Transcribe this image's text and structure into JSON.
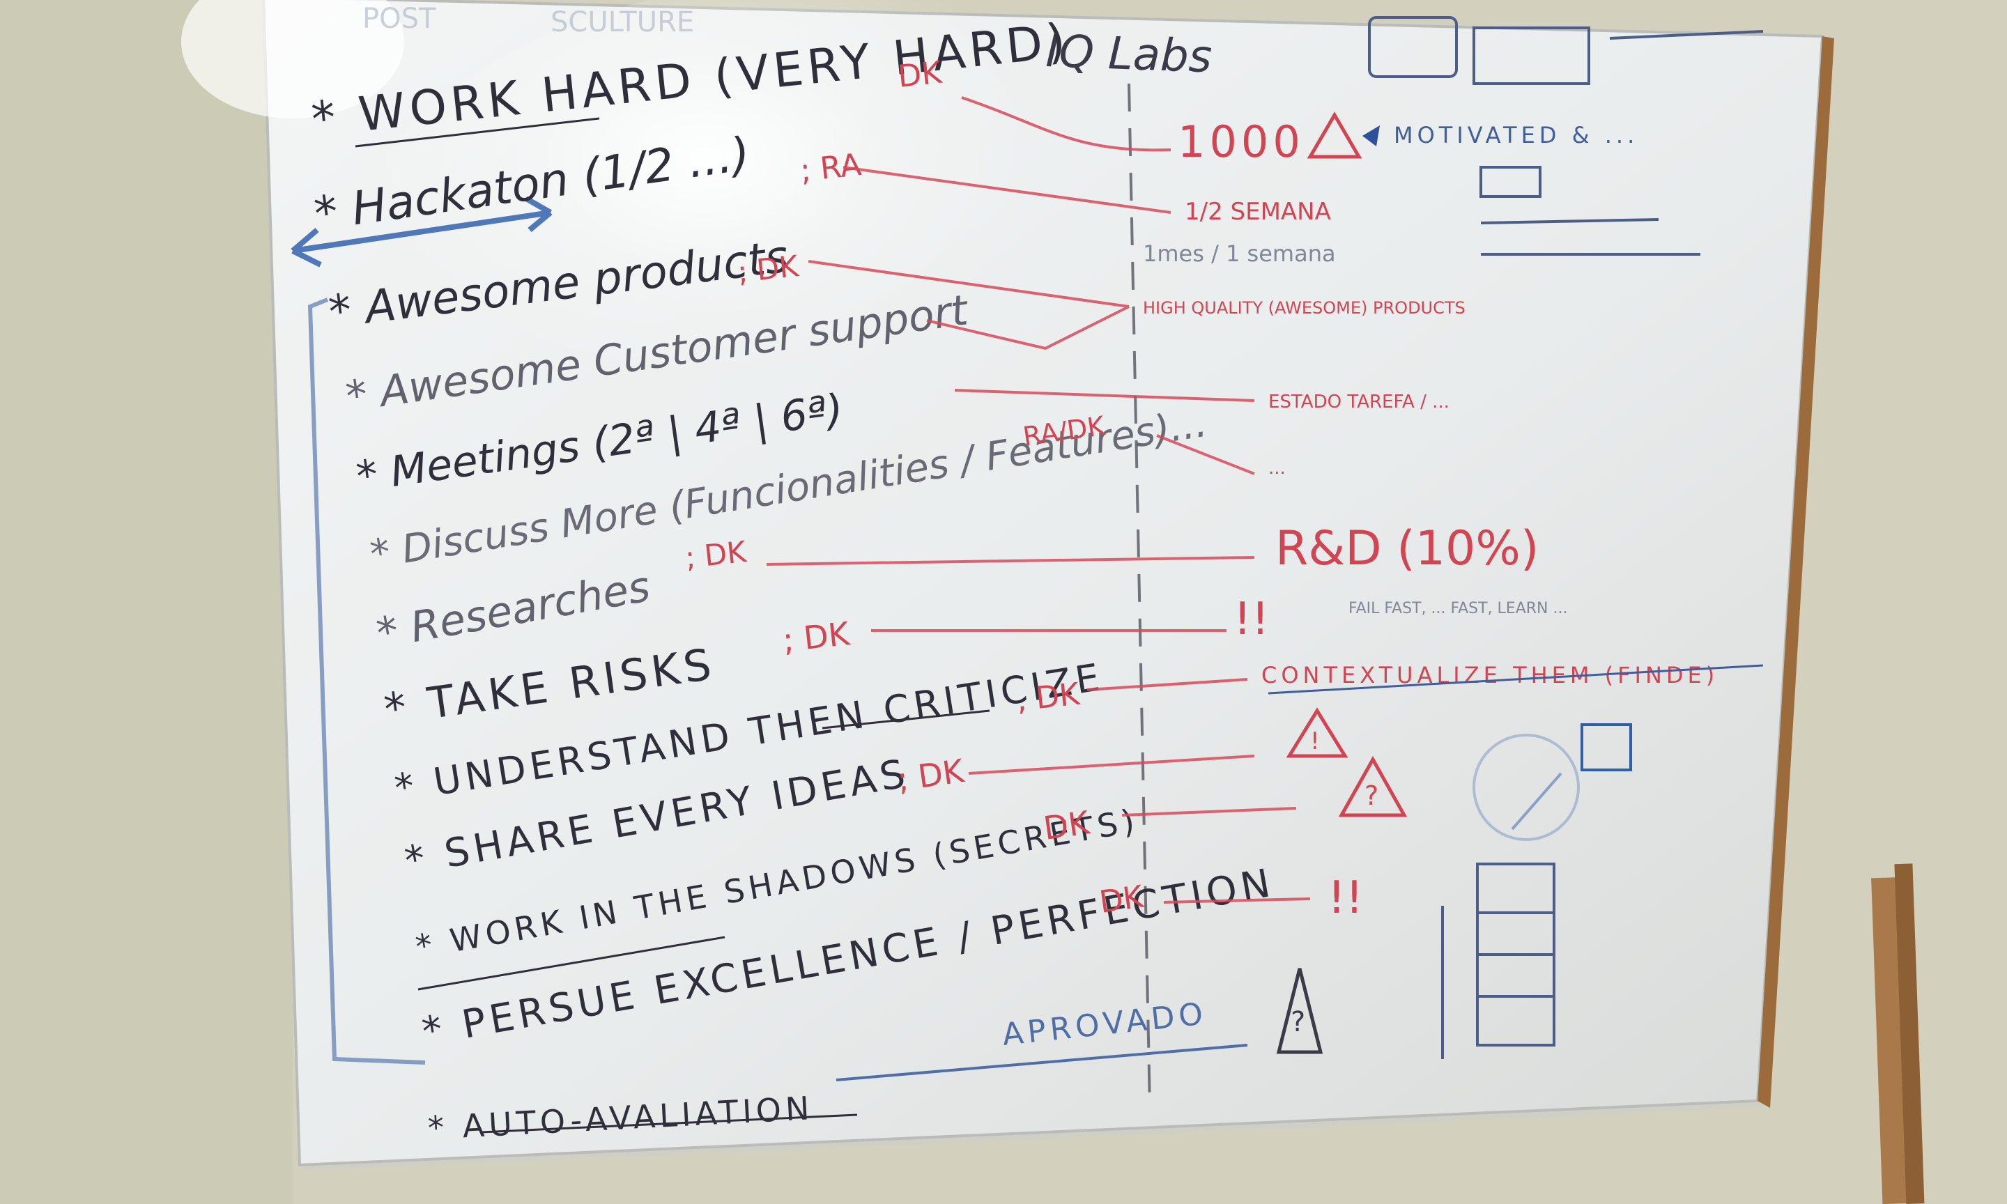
{
  "board": {
    "title": "IQ Labs",
    "top_faded": [
      "POST",
      "SCULTURE"
    ],
    "left_items": [
      {
        "text": "* WORK HARD (VERY HARD)",
        "tag": "DK"
      },
      {
        "text": "* Hackaton (1/2 ...)",
        "tag": "; RA"
      },
      {
        "text": "* Awesome products",
        "tag": "; DK"
      },
      {
        "text": "* Awesome Customer support",
        "tag": ""
      },
      {
        "text": "* Meetings (2ª | 4ª | 6ª)",
        "tag": ""
      },
      {
        "text": "* Discuss More (Funcionalities / Features)...",
        "tag": "RA/DK"
      },
      {
        "text": "* Researches",
        "tag": "; DK"
      },
      {
        "text": "* TAKE RISKS",
        "tag": "; DK"
      },
      {
        "text": "* UNDERSTAND THEN CRITICIZE",
        "tag": ", DK"
      },
      {
        "text": "* SHARE EVERY IDEAS",
        "tag": "; DK"
      },
      {
        "text": "* WORK IN THE SHADOWS (SECRETS)",
        "tag": "DK"
      },
      {
        "text": "* PERSUE EXCELLENCE / PERFECTION",
        "tag": "DK"
      },
      {
        "text": "* AUTO-AVALIATION",
        "tag": ""
      }
    ],
    "right_items": [
      "1000",
      "1/2 SEMANA",
      "HIGH QUALITY (AWESOME) PRODUCTS",
      "ESTADO TAREFA / ...",
      "...",
      "R&D (10%)",
      "!!",
      "CONTEXTUALIZE THEM (FINDE)",
      "!",
      "?",
      "!!",
      "?"
    ],
    "annotations": {
      "motivated": "MOTIVATED & ...",
      "semana_note": "1mes / 1 semana",
      "fail_fast": "FAIL FAST, ... FAST, LEARN ...",
      "aprovado": "APROVADO"
    }
  }
}
